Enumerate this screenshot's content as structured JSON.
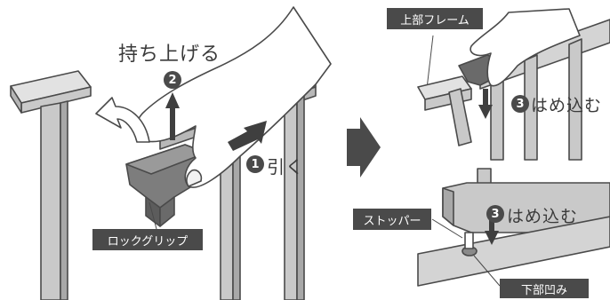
{
  "labels": {
    "lift": "持ち上げる",
    "pull": "引く",
    "fit_in_top": "はめ込む",
    "fit_in_bottom": "はめ込む",
    "lock_grip": "ロックグリップ",
    "upper_frame": "上部フレーム",
    "stopper": "ストッパー",
    "lower_dent": "下部凹み"
  },
  "steps": {
    "one": "1",
    "two": "2",
    "three_top": "3",
    "three_bottom": "3"
  },
  "colors": {
    "frame_fill": "#c9c9c9",
    "frame_top": "#e2e2e2",
    "frame_outline": "#4a4a4a",
    "grip": "#7d7d7d",
    "grip_dark": "#5c5c5c",
    "arrow": "#3f3f3f",
    "label_bg": "#4a4a4a",
    "hand": "#ffffff"
  },
  "icons": {
    "step_arrow": "right-arrow-icon",
    "hand": "hand-icon"
  }
}
